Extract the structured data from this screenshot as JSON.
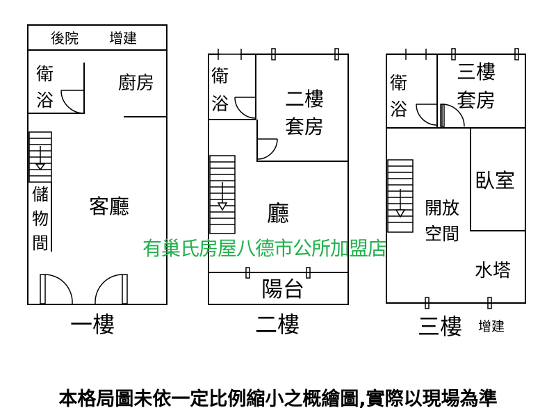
{
  "floors": [
    {
      "caption": "一樓",
      "rooms": {
        "backyard": "後院",
        "extension": "增建",
        "bath": [
          "衛",
          "浴"
        ],
        "kitchen": "廚房",
        "storage": [
          "儲",
          "物",
          "間"
        ],
        "living": "客廳"
      }
    },
    {
      "caption": "二樓",
      "rooms": {
        "bath": [
          "衛",
          "浴"
        ],
        "suite": [
          "二樓",
          "套房"
        ],
        "hall": "廳",
        "balcony": "陽台"
      }
    },
    {
      "caption": "三樓",
      "caption_note": "增建",
      "rooms": {
        "bath": [
          "衛",
          "浴"
        ],
        "suite": [
          "三樓",
          "套房"
        ],
        "bedroom": "臥室",
        "open_space": [
          "開放",
          "空間"
        ],
        "water_tower": "水塔"
      }
    }
  ],
  "watermark": "有巢氏房屋八德市公所加盟店",
  "disclaimer": "本格局圖未依一定比例縮小之概繪圖,實際以現場為準",
  "colors": {
    "walls": "#000000",
    "watermark": "#22b14c",
    "background": "#ffffff"
  }
}
